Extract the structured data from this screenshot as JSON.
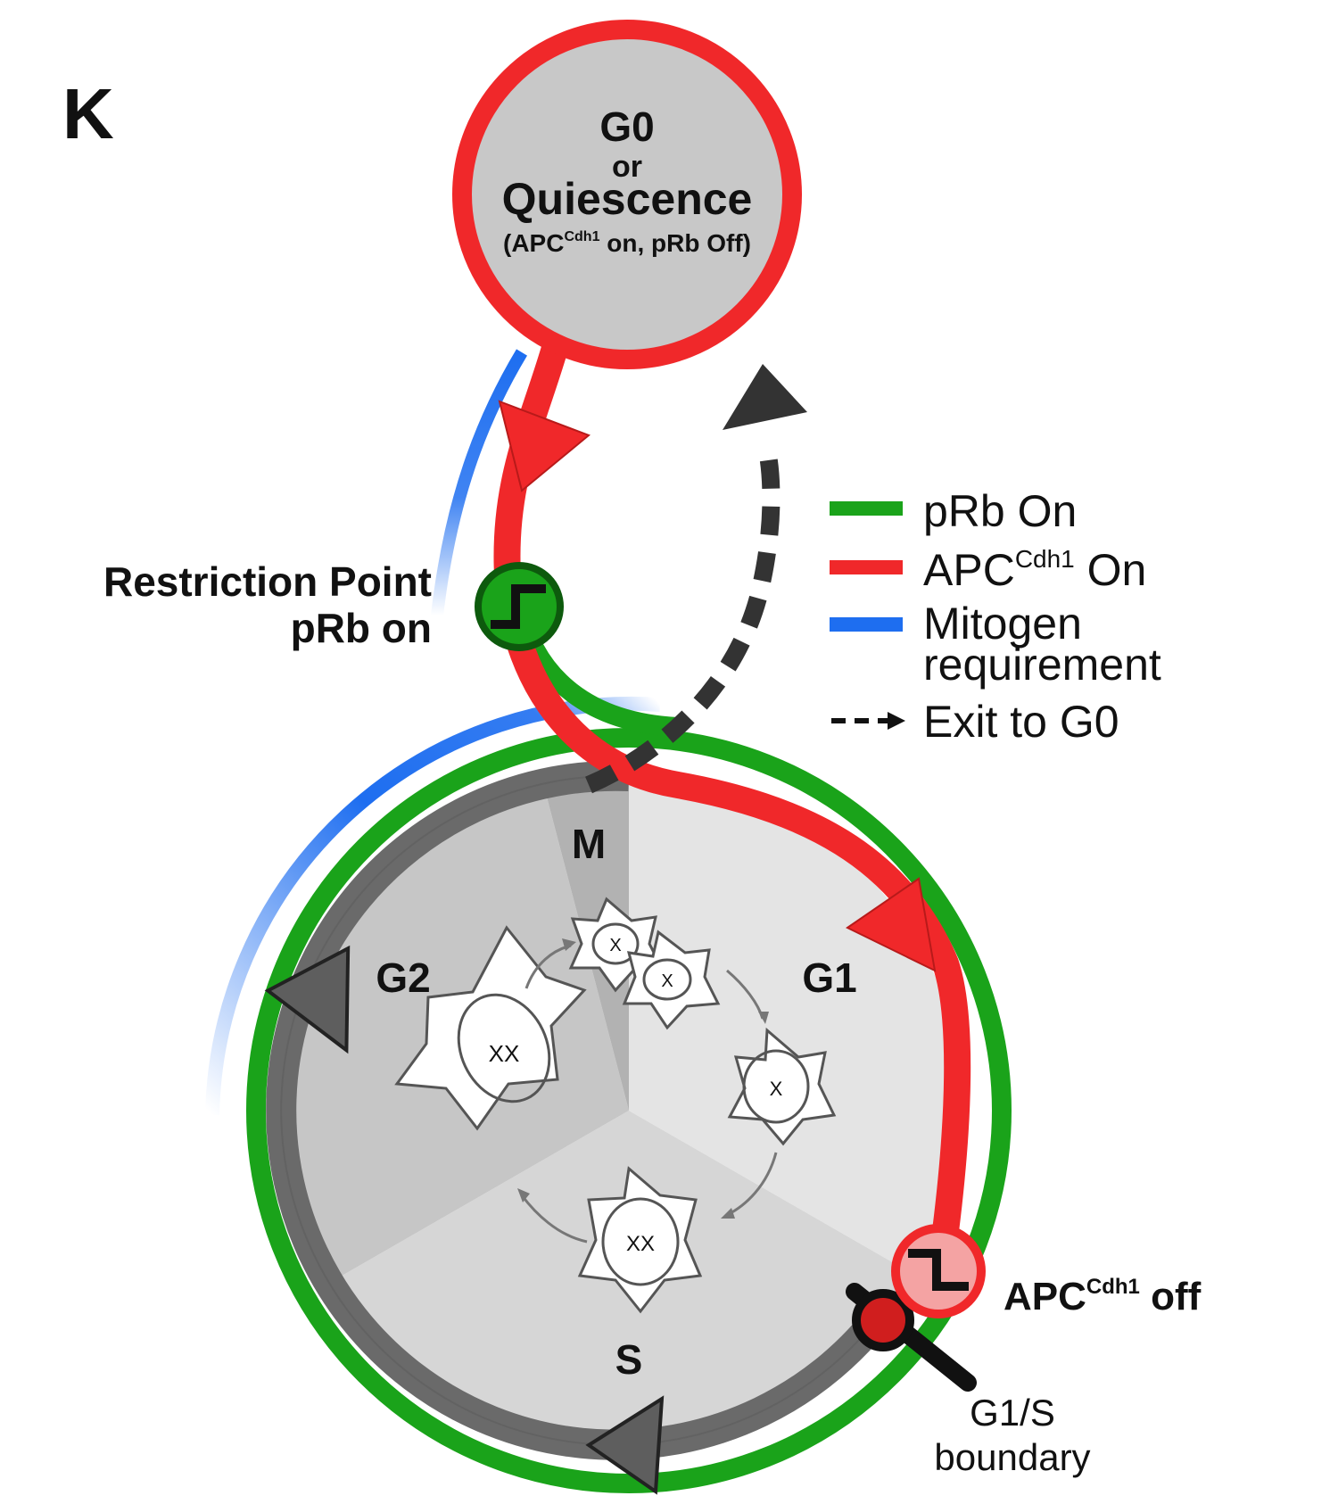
{
  "panel_letter": "K",
  "g0": {
    "line1": "G0",
    "line2": "or",
    "line3": "Quiescence",
    "detail_open": "(APC",
    "detail_sup": "Cdh1",
    "detail_rest": " on, pRb Off)"
  },
  "restriction": {
    "line1": "Restriction Point",
    "line2": "pRb on"
  },
  "phases": {
    "m": "M",
    "g1": "G1",
    "g2": "G2",
    "s": "S"
  },
  "apc_off": {
    "main": "APC",
    "sup": "Cdh1",
    "rest": " off"
  },
  "boundary": {
    "line1": "G1/S",
    "line2": "boundary"
  },
  "legend": {
    "prb": "pRb On",
    "apc_main": "APC",
    "apc_sup": "Cdh1",
    "apc_rest": " On",
    "mitogen1": "Mitogen",
    "mitogen2": "requirement",
    "exit": "Exit to G0"
  },
  "colors": {
    "prb_green": "#1aa31a",
    "apc_red": "#f0282a",
    "mitogen_blue": "#1e6ef0",
    "cycle_gray": "#6a6a6a",
    "quiescence_fill": "#c8c8c8"
  },
  "icons": [
    "switch-on-icon",
    "switch-off-icon",
    "g1s-checkpoint-icon",
    "cell-icon"
  ]
}
